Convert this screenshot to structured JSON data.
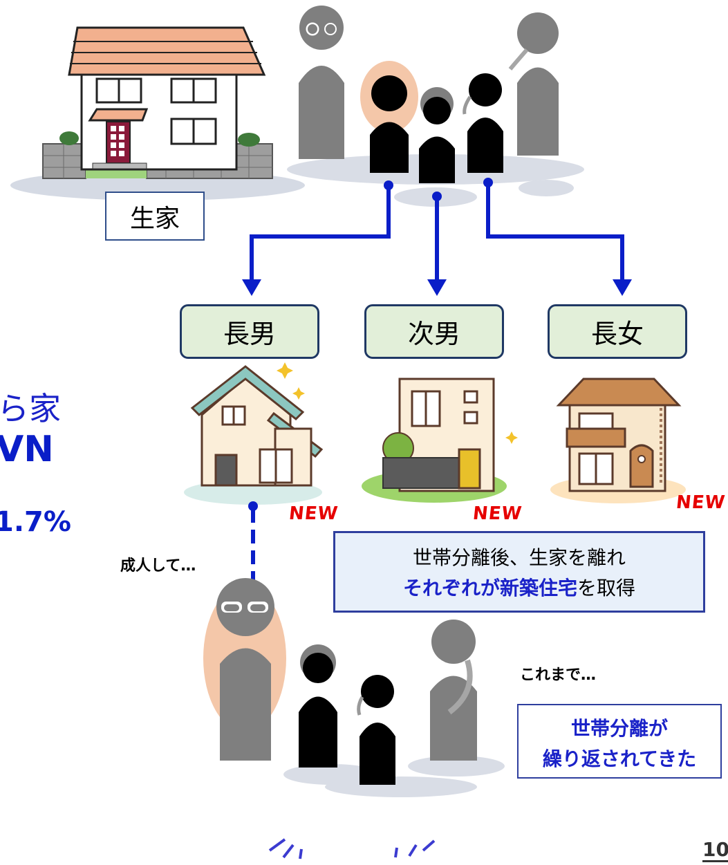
{
  "labels": {
    "origin_house": "生家",
    "eldest_son": "長男",
    "second_son": "次男",
    "eldest_daughter": "長女",
    "new_tag": "NEW",
    "grown_up": "成人して…",
    "until_now": "これまで…"
  },
  "info_box": {
    "line1": "世帯分離後、生家を離れ",
    "line2_highlight": "それぞれが新築住宅",
    "line2_rest": "を取得"
  },
  "conclusion_box": {
    "line1": "世帯分離が",
    "line2": "繰り返されてきた"
  },
  "left_cutoff": {
    "line1": "ら家",
    "line2": "VN",
    "line3": "1.7%"
  },
  "page_number": "10",
  "colors": {
    "arrow": "#0a1ec8",
    "highlight_text": "#1a22c8",
    "new_tag": "#e60000",
    "member_fill": "#e2efd9",
    "member_border": "#1f3864",
    "person_gray": "#7f7f7f",
    "person_black": "#000000",
    "focus_circle": "#f4c7a9",
    "ground_shadow": "#d9dde6"
  }
}
